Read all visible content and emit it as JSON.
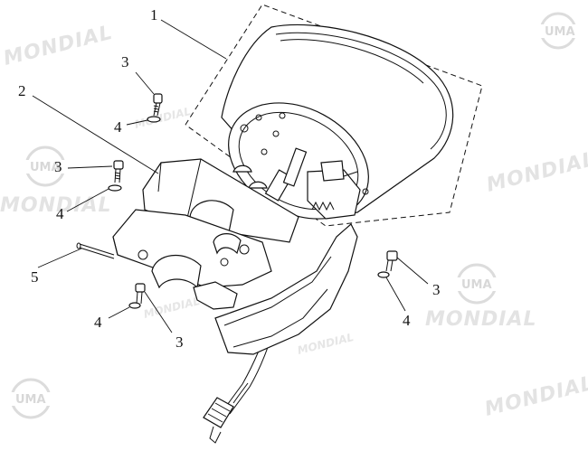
{
  "watermark": {
    "brand": "MONDIAL",
    "logo_text": "UMA"
  },
  "callouts": {
    "part_1": "1",
    "part_2": "2",
    "part_3_top": "3",
    "part_4_top": "4",
    "part_3_left": "3",
    "part_4_left": "4",
    "part_5": "5",
    "part_4_bottom": "4",
    "part_3_bottom": "3",
    "part_3_right": "3",
    "part_4_right": "4"
  }
}
